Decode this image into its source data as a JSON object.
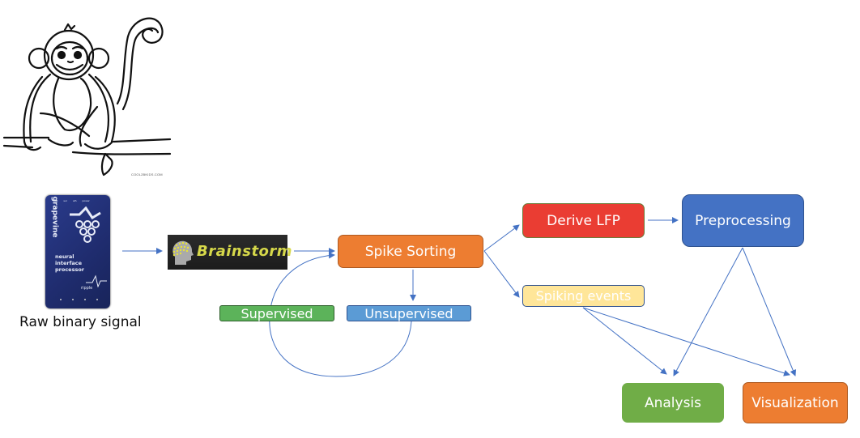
{
  "title": "Neural data processing pipeline",
  "illustration": {
    "subject": "monkey sitting on branch (line drawing)",
    "credit": "COOL2BKIDS.COM"
  },
  "device": {
    "brand": "grapevine",
    "description_lines": [
      "neural",
      "interface",
      "processor"
    ],
    "maker": "ripple",
    "port_labels": "sup sur alh power",
    "caption": "Raw binary signal"
  },
  "software": {
    "name": "Brainstorm",
    "icon": "brain-head-icon"
  },
  "nodes": {
    "spike_sorting": {
      "label": "Spike Sorting",
      "color": "#ed7d31"
    },
    "supervised": {
      "label": "Supervised",
      "color": "#5cb35a"
    },
    "unsupervised": {
      "label": "Unsupervised",
      "color": "#5b9bd5"
    },
    "derive_lfp": {
      "label": "Derive LFP",
      "color": "#ea3d33"
    },
    "preprocessing": {
      "label": "Preprocessing",
      "color": "#4472c4"
    },
    "spiking_events": {
      "label": "Spiking events",
      "color": "#ffe699"
    },
    "analysis": {
      "label": "Analysis",
      "color": "#70ad47"
    },
    "visualization": {
      "label": "Visualization",
      "color": "#ed7d31"
    }
  },
  "edges": [
    {
      "from": "device",
      "to": "brainstorm"
    },
    {
      "from": "brainstorm",
      "to": "spike_sorting"
    },
    {
      "from": "spike_sorting",
      "to": "unsupervised"
    },
    {
      "from": "unsupervised",
      "to": "spike_sorting",
      "via": "loop through supervised"
    },
    {
      "from": "spike_sorting",
      "to": "derive_lfp"
    },
    {
      "from": "spike_sorting",
      "to": "spiking_events"
    },
    {
      "from": "derive_lfp",
      "to": "preprocessing"
    },
    {
      "from": "preprocessing",
      "to": "analysis"
    },
    {
      "from": "preprocessing",
      "to": "visualization"
    },
    {
      "from": "spiking_events",
      "to": "analysis"
    },
    {
      "from": "spiking_events",
      "to": "visualization"
    }
  ],
  "arrow_color": "#4472c4"
}
